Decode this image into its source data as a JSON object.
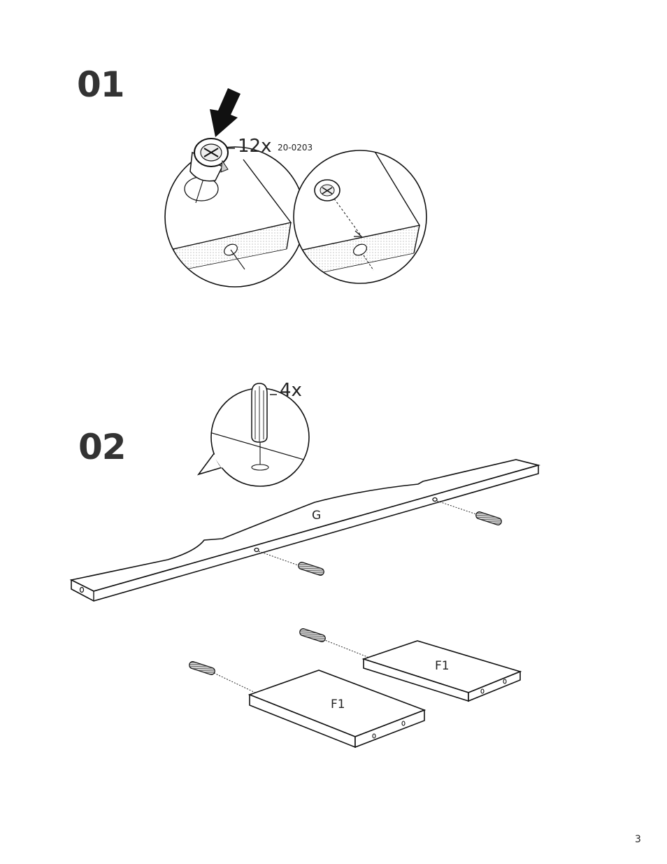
{
  "steps": [
    {
      "number": "01",
      "quantity": "12x",
      "part_code": "20-0203"
    },
    {
      "number": "02",
      "quantity": "4x"
    }
  ],
  "parts": {
    "g": "G",
    "f1_a": "F1",
    "f1_b": "F1"
  },
  "page_number": "3",
  "icons": [
    "down-arrow-icon",
    "cam-lock-fitting-icon",
    "wooden-dowel-icon"
  ],
  "colors": {
    "ink": "#222222",
    "step_number": "#333333",
    "paper": "#ffffff"
  }
}
